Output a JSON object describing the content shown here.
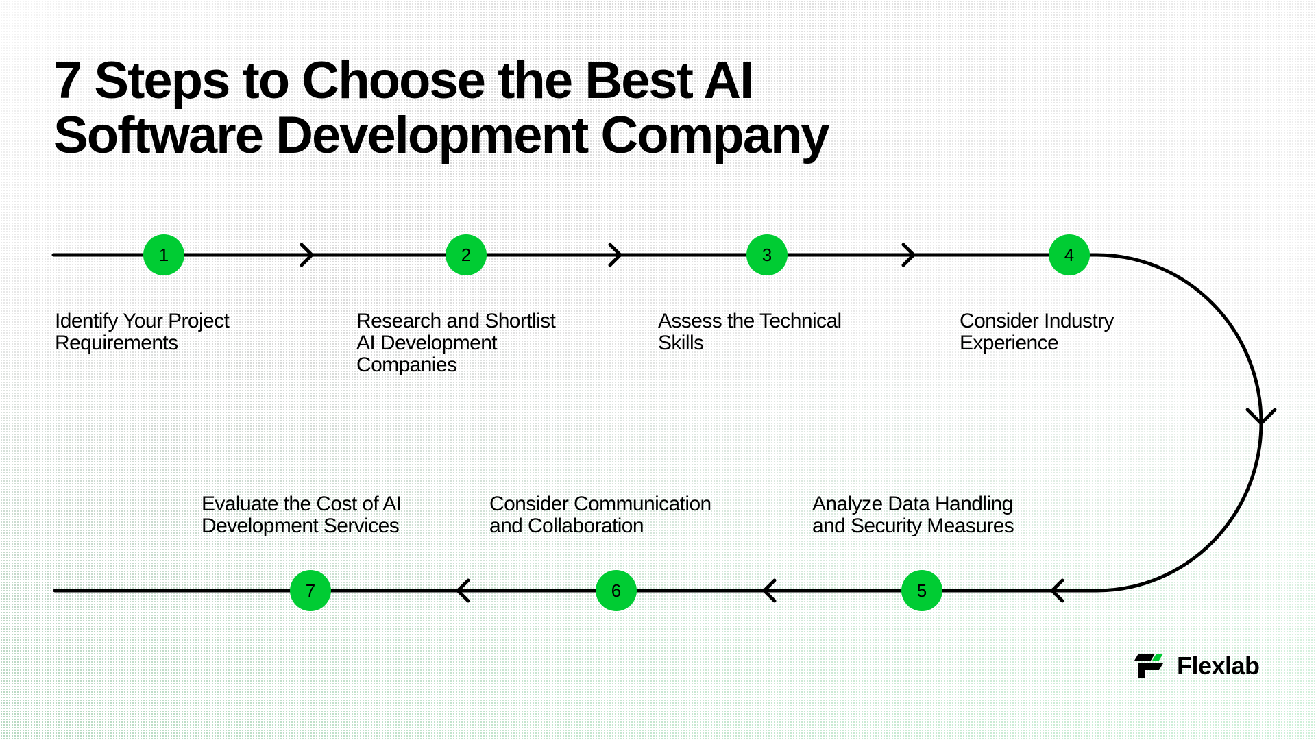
{
  "title": {
    "line1": "7 Steps to Choose the Best AI",
    "line2": "Software Development Company"
  },
  "steps": [
    {
      "number": "1",
      "line1": "Identify Your Project",
      "line2": "Requirements",
      "line3": ""
    },
    {
      "number": "2",
      "line1": "Research and Shortlist",
      "line2": "AI Development",
      "line3": "Companies"
    },
    {
      "number": "3",
      "line1": "Assess the Technical",
      "line2": "Skills",
      "line3": ""
    },
    {
      "number": "4",
      "line1": "Consider Industry",
      "line2": "Experience",
      "line3": ""
    },
    {
      "number": "5",
      "line1": "Analyze Data Handling",
      "line2": "and Security Measures",
      "line3": ""
    },
    {
      "number": "6",
      "line1": "Consider Communication",
      "line2": "and Collaboration",
      "line3": ""
    },
    {
      "number": "7",
      "line1": "Evaluate the Cost of AI",
      "line2": "Development Services",
      "line3": ""
    }
  ],
  "brand": {
    "name": "Flexlab",
    "accent": "#00CC33"
  }
}
